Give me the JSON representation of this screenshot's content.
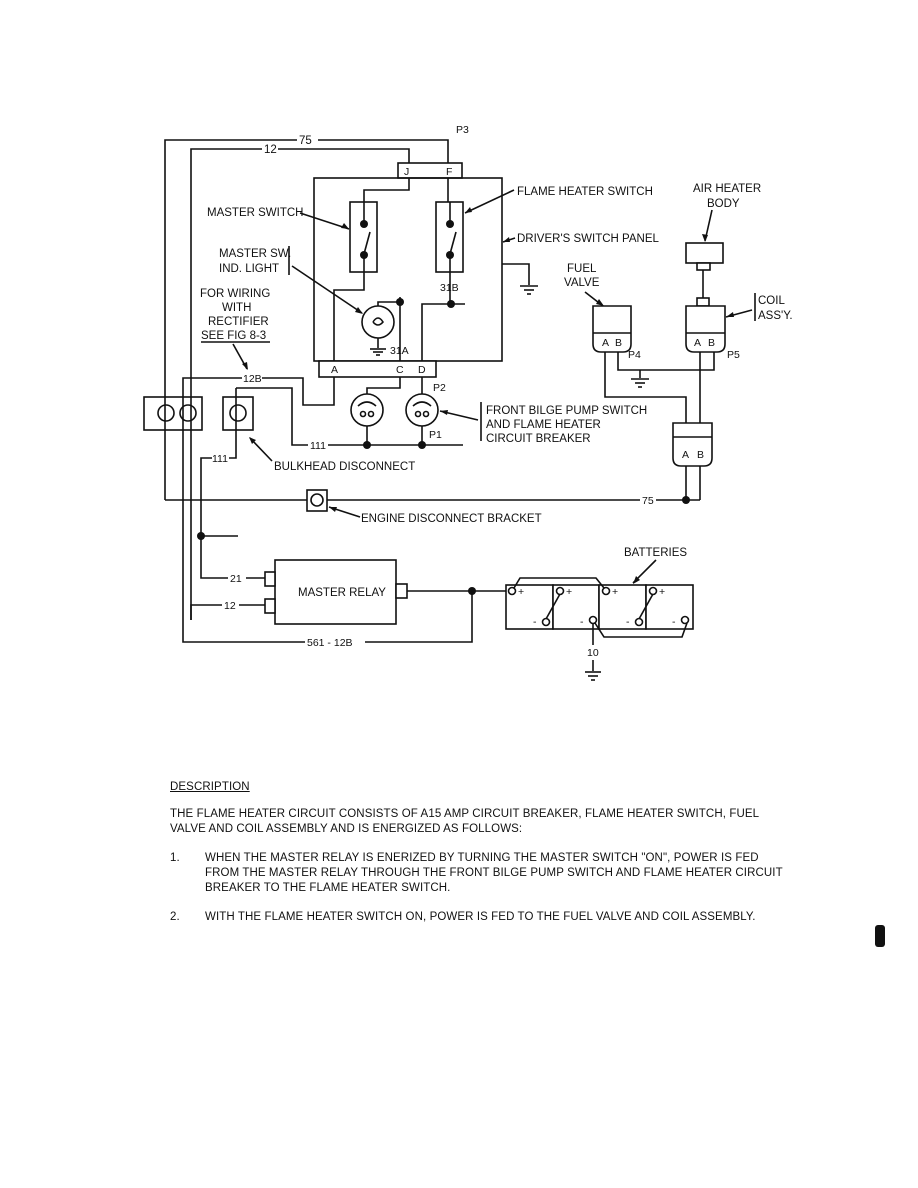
{
  "diagram": {
    "wire_labels": {
      "w75_top": "75",
      "w12_top": "12",
      "w12b": "12B",
      "w111_mid": "111",
      "w111_left": "111",
      "w75_bottom": "75",
      "w21": "21",
      "w12_bottom": "12",
      "w561": "561 - 12B",
      "w10": "10",
      "w31a": "31A",
      "w31b": "31B"
    },
    "connectors": {
      "p3": "P3",
      "p3_j": "J",
      "p3_f": "F",
      "panel_a": "A",
      "panel_c": "C",
      "panel_d": "D",
      "p1": "P1",
      "p2": "P2",
      "p4": "P4",
      "p5": "P5",
      "plug_a": "A",
      "plug_b": "B"
    },
    "callouts": {
      "master_switch": "MASTER SWITCH",
      "flame_heater_switch": "FLAME HEATER SWITCH",
      "air_heater_body_1": "AIR HEATER",
      "air_heater_body_2": "BODY",
      "drivers_switch_panel": "DRIVER'S SWITCH PANEL",
      "master_ind_light_1": "MASTER SW.",
      "master_ind_light_2": "IND. LIGHT",
      "rectifier_1": "FOR WIRING",
      "rectifier_2": "WITH",
      "rectifier_3": "RECTIFIER",
      "rectifier_4": "SEE FIG 8-3",
      "fuel_valve_1": "FUEL",
      "fuel_valve_2": "VALVE",
      "coil_assy_1": "COIL",
      "coil_assy_2": "ASS'Y.",
      "bilge_pump_1": "FRONT BILGE PUMP SWITCH",
      "bilge_pump_2": "AND FLAME HEATER",
      "bilge_pump_3": "CIRCUIT BREAKER",
      "bulkhead_disconnect": "BULKHEAD DISCONNECT",
      "engine_disconnect": "ENGINE DISCONNECT BRACKET",
      "master_relay": "MASTER RELAY",
      "batteries": "BATTERIES",
      "plus": "+",
      "minus": "-"
    }
  },
  "description": {
    "title": "DESCRIPTION",
    "intro": "THE FLAME HEATER CIRCUIT CONSISTS OF A15 AMP CIRCUIT BREAKER, FLAME HEATER SWITCH, FUEL VALVE AND COIL ASSEMBLY AND IS ENERGIZED AS FOLLOWS:",
    "steps": [
      {
        "num": "1.",
        "text": "WHEN THE MASTER RELAY IS ENERIZED BY TURNING THE MASTER SWITCH \"ON\", POWER IS FED FROM THE MASTER RELAY THROUGH THE FRONT BILGE PUMP SWITCH AND FLAME HEATER CIRCUIT BREAKER TO THE FLAME HEATER SWITCH."
      },
      {
        "num": "2.",
        "text": "WITH THE FLAME HEATER SWITCH ON, POWER IS FED TO THE FUEL VALVE AND COIL ASSEMBLY."
      }
    ]
  }
}
